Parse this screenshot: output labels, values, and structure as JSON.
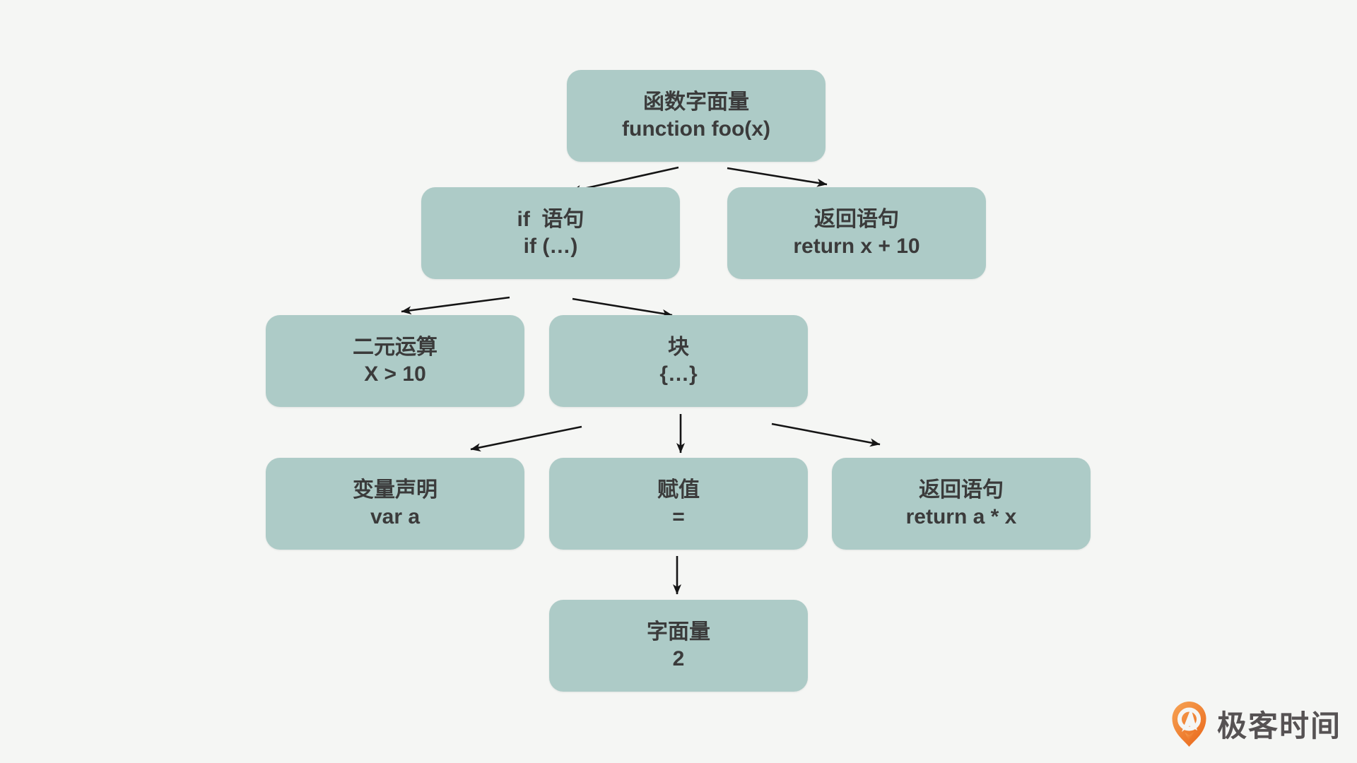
{
  "colors": {
    "background": "#f5f6f4",
    "node-fill": "#adcbc7",
    "node-text": "#3b3b3b",
    "arrow": "#151515",
    "logo-text": "#565253",
    "logo-orange": "#ea6a1d",
    "logo-orange-light": "#f7a455"
  },
  "nodes": {
    "function_literal": {
      "title": "函数字面量",
      "code": "function foo(x)"
    },
    "if_statement": {
      "title": "if  语句",
      "code": "if (…)"
    },
    "return_top": {
      "title": "返回语句",
      "code": "return x + 10"
    },
    "binary_operation": {
      "title": "二元运算",
      "code": "X > 10"
    },
    "block": {
      "title": "块",
      "code": "{…}"
    },
    "variable_decl": {
      "title": "变量声明",
      "code": "var a"
    },
    "assignment": {
      "title": "赋值",
      "code": "="
    },
    "return_inner": {
      "title": "返回语句",
      "code": "return a * x"
    },
    "literal": {
      "title": "字面量",
      "code": "2"
    }
  },
  "edges": [
    {
      "from": "function_literal",
      "to": "if_statement"
    },
    {
      "from": "function_literal",
      "to": "return_top"
    },
    {
      "from": "if_statement",
      "to": "binary_operation"
    },
    {
      "from": "if_statement",
      "to": "block"
    },
    {
      "from": "block",
      "to": "variable_decl"
    },
    {
      "from": "block",
      "to": "assignment"
    },
    {
      "from": "block",
      "to": "return_inner"
    },
    {
      "from": "assignment",
      "to": "literal"
    }
  ],
  "logo": {
    "text": "极客时间"
  }
}
